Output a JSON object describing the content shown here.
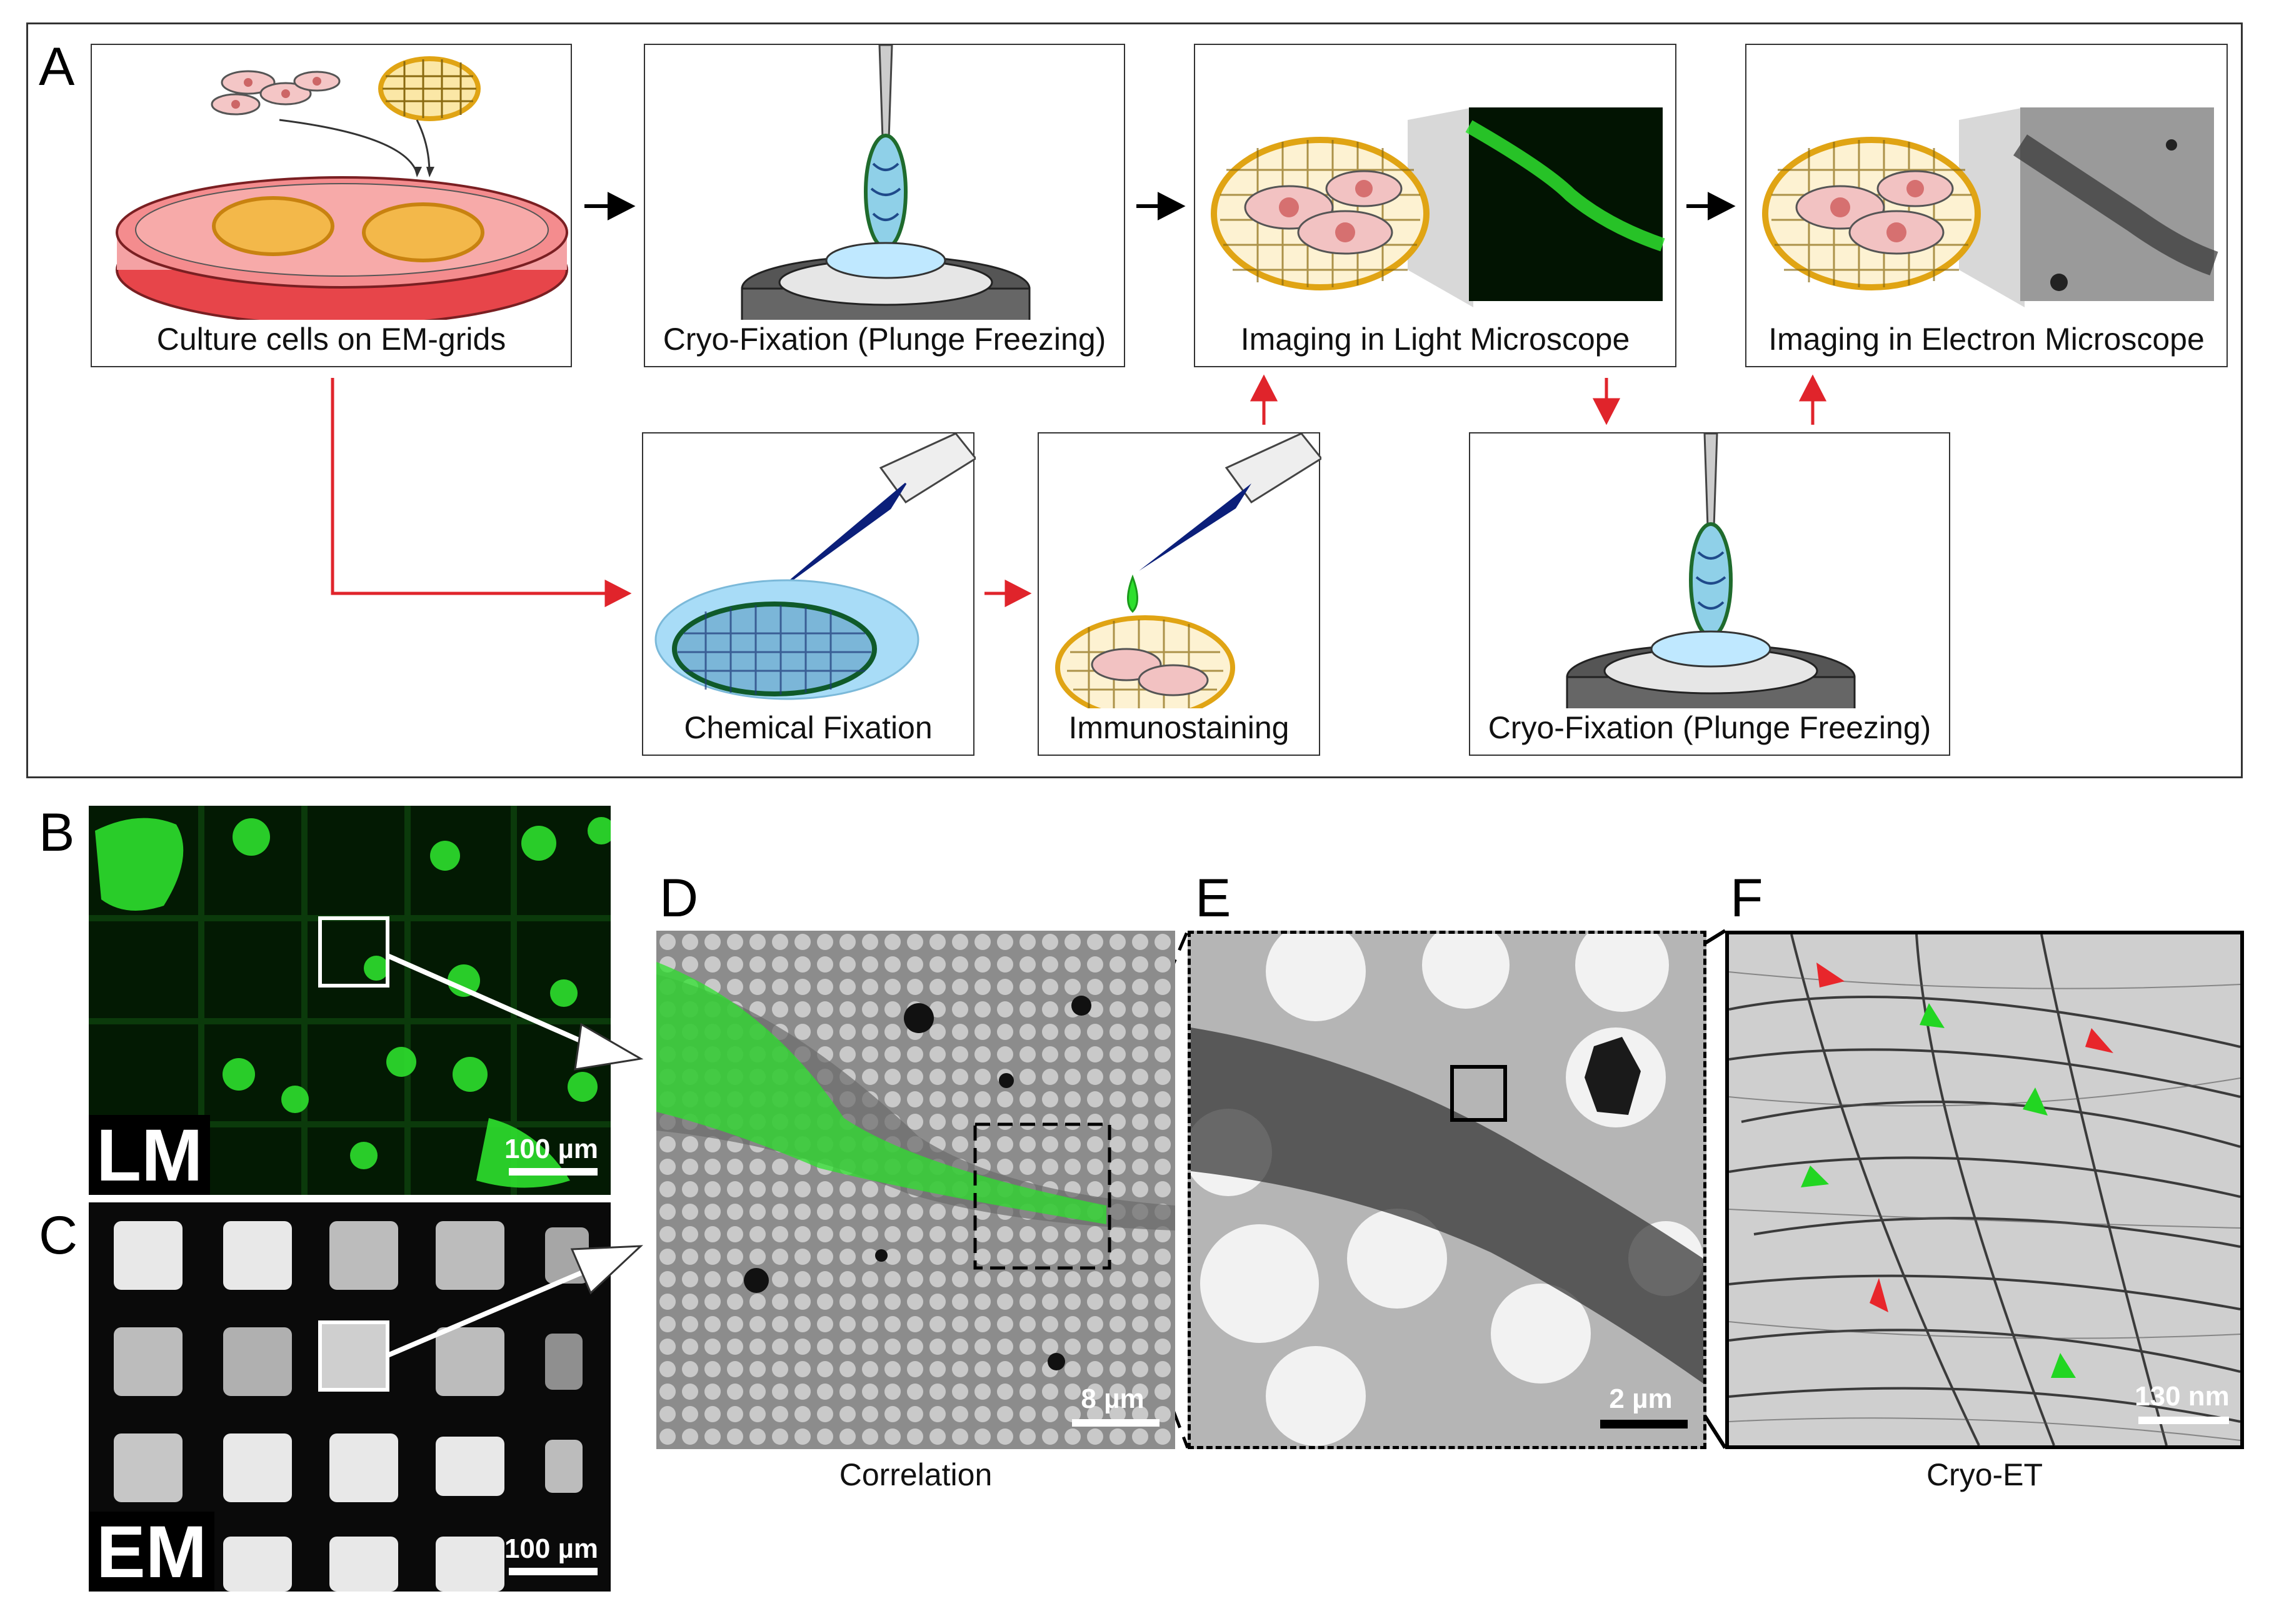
{
  "panels": {
    "A": "A",
    "B": "B",
    "C": "C",
    "D": "D",
    "E": "E",
    "F": "F"
  },
  "workflow": {
    "culture": "Culture cells on EM-grids",
    "cryo_fix_top": "Cryo-Fixation (Plunge Freezing)",
    "imaging_lm": "Imaging in Light Microscope",
    "imaging_em": "Imaging in Electron Microscope",
    "chemical_fix": "Chemical Fixation",
    "immunostaining": "Immunostaining",
    "cryo_fix_bottom": "Cryo-Fixation (Plunge Freezing)"
  },
  "lm_panel": {
    "overlay": "LM",
    "scale": "100 µm"
  },
  "em_panel": {
    "overlay": "EM",
    "scale": "100 µm"
  },
  "correlation_panel": {
    "scale": "8 µm",
    "caption": "Correlation"
  },
  "zoom_panel": {
    "scale": "2 µm"
  },
  "tomogram_panel": {
    "scale": "130 nm",
    "caption": "Cryo-ET"
  },
  "colors": {
    "arrow_standard": "#000000",
    "arrow_alternative": "#e0242b",
    "fluorescence": "#2ee02e",
    "grid_gold": "#e8b21a",
    "arrowhead_red": "#e8262b",
    "arrowhead_green": "#22d622"
  },
  "icons": [
    "petri-dish-icon",
    "em-grid-icon",
    "plunge-freezer-icon",
    "pipette-icon",
    "droplet-icon",
    "cell-icon"
  ]
}
